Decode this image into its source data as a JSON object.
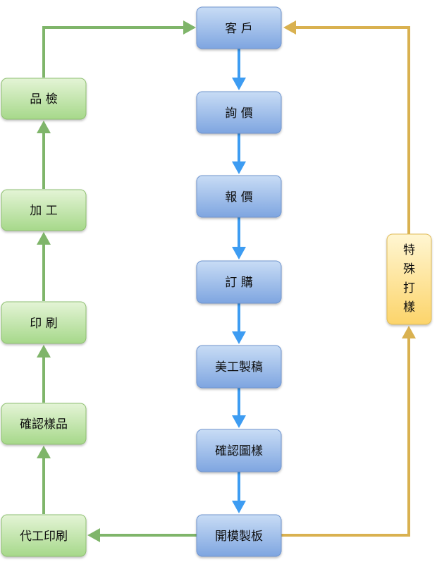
{
  "center_flow": [
    {
      "id": "customer",
      "label": "客 戶"
    },
    {
      "id": "inquiry",
      "label": "詢 價"
    },
    {
      "id": "quote",
      "label": "報 價"
    },
    {
      "id": "order",
      "label": "訂 購"
    },
    {
      "id": "artwork",
      "label": "美工製稿"
    },
    {
      "id": "confirm-drawing",
      "label": "確認圖樣"
    },
    {
      "id": "mold-making",
      "label": "開模製板"
    }
  ],
  "left_flow": [
    {
      "id": "oem-print",
      "label": "代工印刷"
    },
    {
      "id": "confirm-sample",
      "label": "確認樣品"
    },
    {
      "id": "printing",
      "label": "印 刷"
    },
    {
      "id": "processing",
      "label": "加 工"
    },
    {
      "id": "inspection",
      "label": "品 檢"
    }
  ],
  "special_sample": {
    "id": "special-sample",
    "label_lines": [
      "特",
      "殊",
      "打",
      "樣"
    ]
  },
  "colors": {
    "blue_box_top": "#c8dcf5",
    "blue_box_bottom": "#7ea5e0",
    "blue_box_border": "#6f95cf",
    "blue_arrow": "#3d9cf2",
    "green_box_top": "#e4f4d6",
    "green_box_bottom": "#a6d88a",
    "green_box_border": "#8fc072",
    "green_arrow": "#7fb56a",
    "yellow_box_top": "#fff6d2",
    "yellow_box_bottom": "#fcd46a",
    "yellow_box_border": "#e0bc5a",
    "yellow_arrow": "#d9b150"
  }
}
